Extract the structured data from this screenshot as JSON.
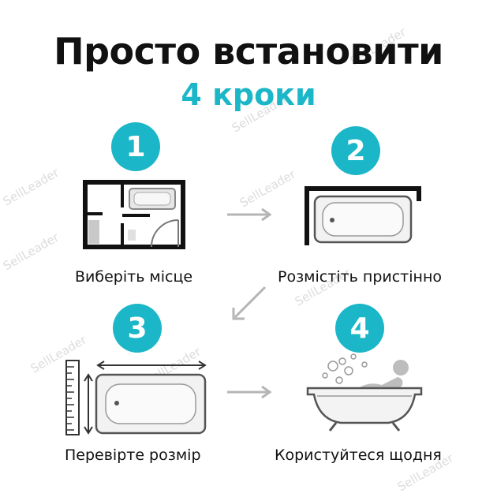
{
  "watermark": "SellLeader",
  "header": {
    "title": "Просто встановити",
    "subtitle": "4 кроки"
  },
  "colors": {
    "accent": "#1bb7c8",
    "text": "#111111",
    "arrow": "#b5b5b5"
  },
  "steps": [
    {
      "number": "1",
      "label": "Виберіть місце",
      "icon": "floor-plan-icon"
    },
    {
      "number": "2",
      "label": "Розмістіть пристінно",
      "icon": "wall-bathtub-icon"
    },
    {
      "number": "3",
      "label": "Перевірте розмір",
      "icon": "measure-bathtub-icon"
    },
    {
      "number": "4",
      "label": "Користуйтеся щодня",
      "icon": "person-bathing-icon"
    }
  ]
}
